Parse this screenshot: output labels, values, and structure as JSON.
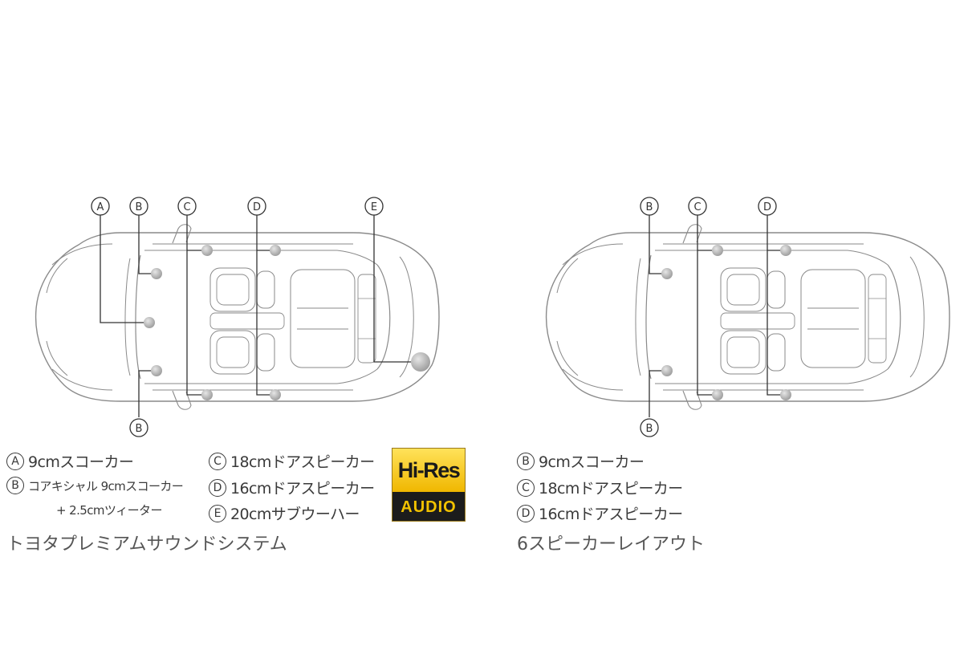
{
  "premium": {
    "callouts": [
      "A",
      "B",
      "C",
      "D",
      "E",
      "B"
    ],
    "legend": [
      {
        "marker": "A",
        "text": "9cmスコーカー"
      },
      {
        "marker": "B",
        "text": "コアキシャル 9cmスコーカー"
      },
      {
        "marker": null,
        "text": "+ 2.5cmツィーター"
      },
      {
        "marker": "C",
        "text": "18cmドアスピーカー"
      },
      {
        "marker": "D",
        "text": "16cmドアスピーカー"
      },
      {
        "marker": "E",
        "text": "20cmサブウーハー"
      }
    ],
    "title": "トヨタプレミアムサウンドシステム",
    "badge": {
      "top": "Hi-Res",
      "bottom": "AUDIO"
    }
  },
  "six": {
    "callouts": [
      "B",
      "C",
      "D",
      "B"
    ],
    "legend": [
      {
        "marker": "B",
        "text": "9cmスコーカー"
      },
      {
        "marker": "C",
        "text": "18cmドアスピーカー"
      },
      {
        "marker": "D",
        "text": "16cmドアスピーカー"
      }
    ],
    "title": "6スピーカーレイアウト"
  },
  "colors": {
    "line": "#8a8a8a",
    "leader": "#333333",
    "speaker": "#b4b4b4"
  }
}
